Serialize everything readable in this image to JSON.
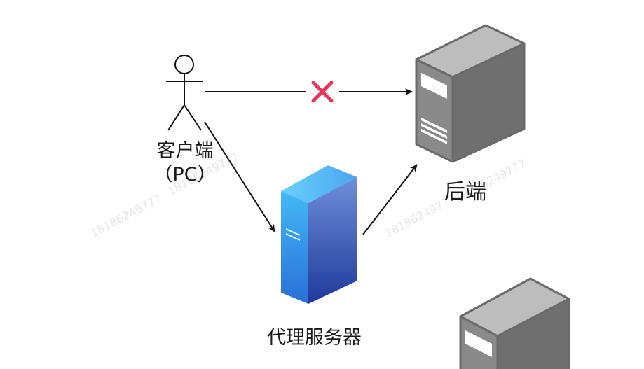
{
  "nodes": {
    "client": {
      "label_line1": "客户端",
      "label_line2": "（PC）"
    },
    "backend": {
      "label": "后端"
    },
    "proxy": {
      "label": "代理服务器"
    }
  },
  "edges": {
    "client_to_backend": {
      "status": "blocked",
      "marker": "✕",
      "marker_color": "#e8365b"
    }
  },
  "watermark": {
    "text": "18186249777"
  },
  "colors": {
    "line": "#111111",
    "server_gray_front": "#8a8a8a",
    "server_gray_side": "#6f6f6f",
    "proxy_blue_light": "#3fb3f5",
    "proxy_blue_dark": "#1f3f9e"
  }
}
